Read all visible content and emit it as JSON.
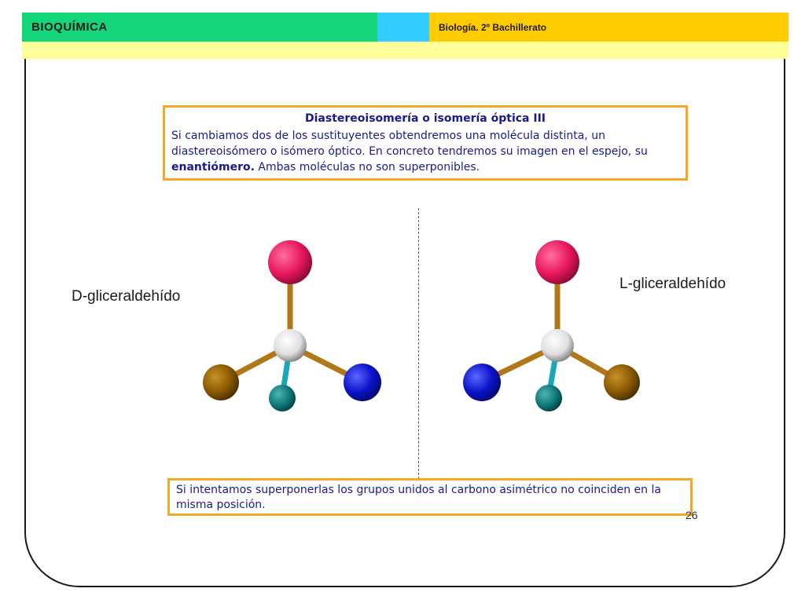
{
  "header": {
    "title": "BIOQUÍMICA",
    "subtitle": "Biología. 2º Bachillerato"
  },
  "info_box": {
    "title": "Diastereoisomería o isomería óptica III",
    "body_part1": "Si cambiamos dos de los sustituyentes obtendremos una molécula distinta, un diastereoisómero o isómero óptico. En concreto tendremos su imagen en el espejo, su ",
    "body_bold": "enantiómero.",
    "body_part2": " Ambas moléculas no son superponibles."
  },
  "molecules": {
    "left_label": "D-gliceraldehído",
    "right_label": "L-gliceraldehído"
  },
  "bottom_box": {
    "text": "Si intentamos superponerlas los grupos unidos al carbono asimétrico no coinciden en la misma posición."
  },
  "page_number": "26",
  "colors": {
    "red_atom": "#e8175d",
    "brown_atom": "#8b5a00",
    "blue_atom": "#0a12c8",
    "teal_atom": "#0f7a7a",
    "center_atom": "#e6e6e6",
    "bond": "#b07818",
    "teal_bond": "#1aa8b8"
  }
}
